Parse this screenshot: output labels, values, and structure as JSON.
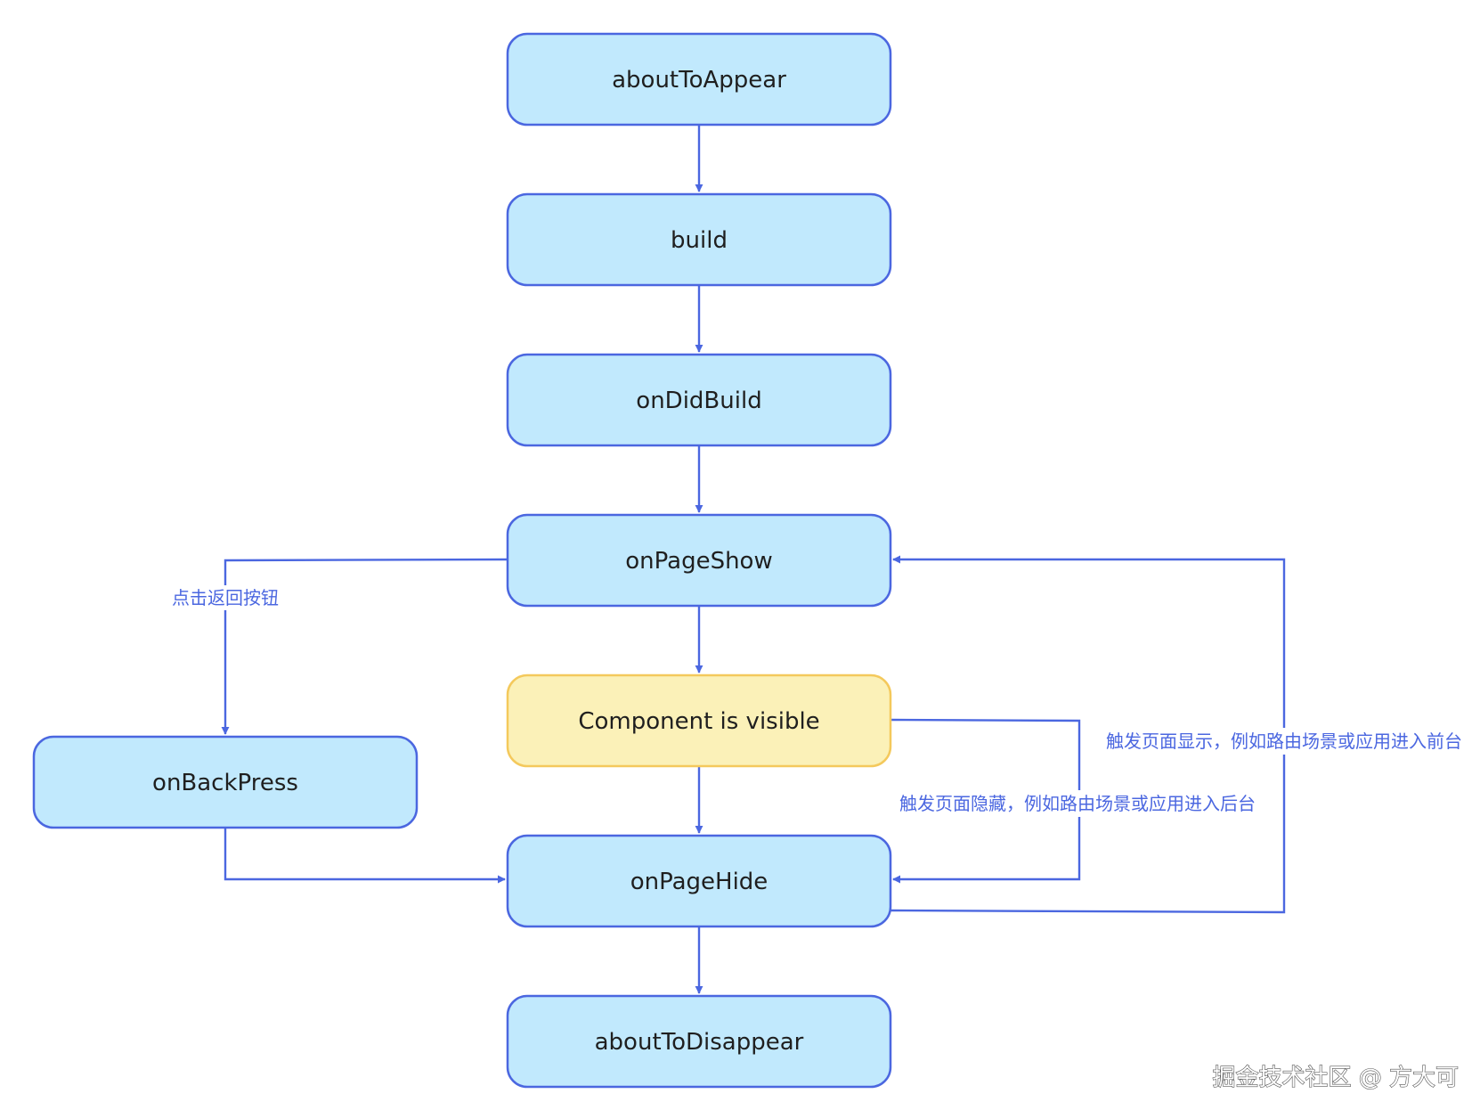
{
  "colors": {
    "node_fill": "#c1e9fd",
    "node_stroke": "#4b67e0",
    "highlight_fill": "#fbf1b8",
    "highlight_stroke": "#f4c95c",
    "edge": "#4b67e0"
  },
  "nodes": {
    "about_to_appear": "aboutToAppear",
    "build": "build",
    "on_did_build": "onDidBuild",
    "on_page_show": "onPageShow",
    "component_visible": "Component is visible",
    "on_back_press": "onBackPress",
    "on_page_hide": "onPageHide",
    "about_to_disappear": "aboutToDisappear"
  },
  "edge_labels": {
    "back_press": "点击返回按钮",
    "page_hide_trigger": "触发页面隐藏，例如路由场景或应用进入后台",
    "page_show_trigger": "触发页面显示，例如路由场景或应用进入前台"
  },
  "watermark": "掘金技术社区 @ 方大可"
}
